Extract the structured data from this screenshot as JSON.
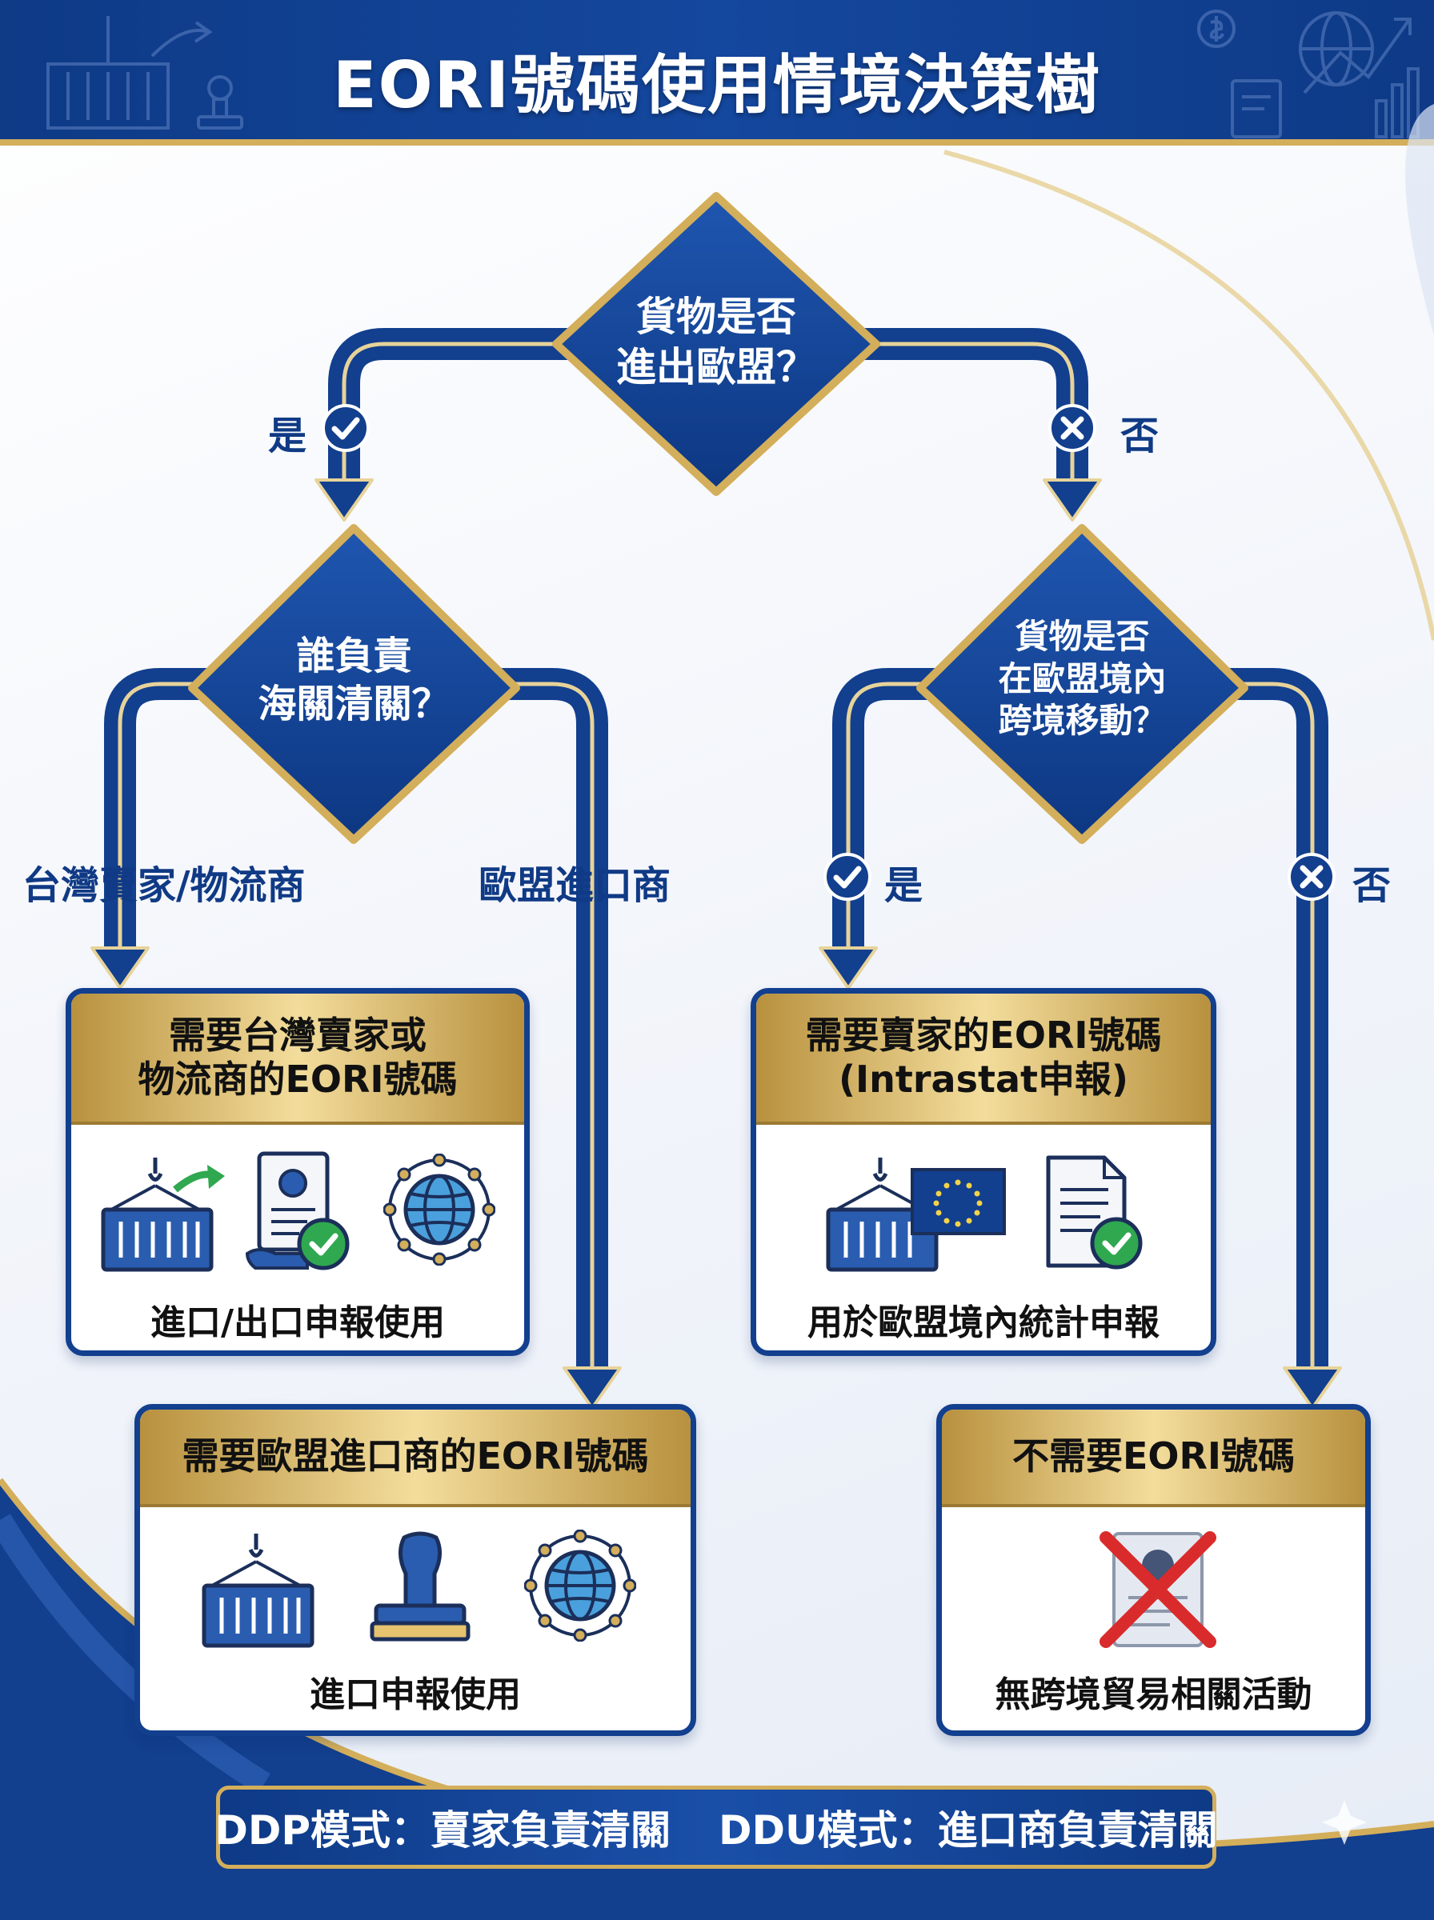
{
  "title": "EORI號碼使用情境決策樹",
  "colors": {
    "navy": "#123f8e",
    "gold": "#d3ae5b",
    "green": "#2fa84f",
    "red": "#d92b2b"
  },
  "nodes": {
    "q1": {
      "lines": [
        "貨物是否",
        "進出歐盟？"
      ]
    },
    "q2": {
      "lines": [
        "誰負責",
        "海關清關？"
      ]
    },
    "q3": {
      "lines": [
        "貨物是否",
        "在歐盟境內",
        "跨境移動？"
      ]
    }
  },
  "branches": {
    "q1_yes": "是",
    "q1_no": "否",
    "q2_left": "台灣賣家/物流商",
    "q2_right": "歐盟進口商",
    "q3_yes": "是",
    "q3_no": "否"
  },
  "badges": {
    "yes_icon": "check-icon",
    "no_icon": "x-icon"
  },
  "results": {
    "r1": {
      "lines": [
        "需要台灣賣家或",
        "物流商的EORI號碼"
      ],
      "caption": "進口/出口申報使用",
      "icons": [
        "container-crane-icon",
        "document-check-icon",
        "globe-icon"
      ]
    },
    "r2": {
      "lines": [
        "需要賣家的EORI號碼",
        "(Intrastat申報)"
      ],
      "caption": "用於歐盟境內統計申報",
      "icons": [
        "container-eu-flag-icon",
        "document-check-icon"
      ]
    },
    "r3": {
      "lines": [
        "需要歐盟進口商的EORI號碼"
      ],
      "caption": "進口申報使用",
      "icons": [
        "container-crane-icon",
        "stamp-icon",
        "globe-icon"
      ]
    },
    "r4": {
      "lines": [
        "不需要EORI號碼"
      ],
      "caption": "無跨境貿易相關活動",
      "icons": [
        "crossed-document-icon"
      ]
    }
  },
  "footer": {
    "ddp": "DDP模式：賣家負責清關",
    "ddu": "DDU模式：進口商負責清關"
  }
}
